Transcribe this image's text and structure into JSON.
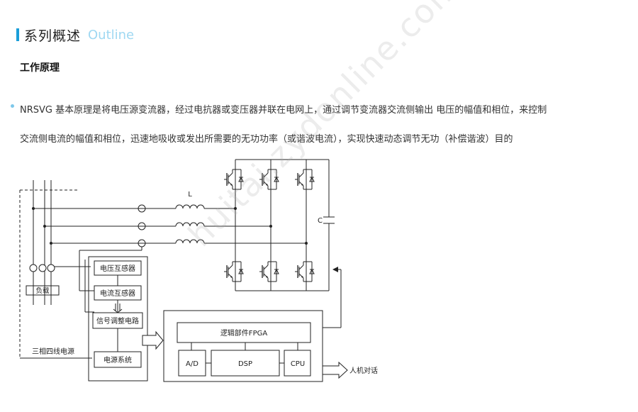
{
  "header": {
    "title_cn": "系列概述",
    "title_en": "Outline"
  },
  "section": {
    "heading": "工作原理",
    "paragraph_line1": "NRSVG 基本原理是将电压源变流器，经过电抗器或变压器并联在电网上，通过调节变流器交流侧输出 电压的幅值和相位，来控制",
    "paragraph_line2": "交流侧电流的幅值和相位，迅速地吸收或发出所需要的无功功率（或谐波电流），实现快速动态调节无功（补偿谐波）目的"
  },
  "diagram": {
    "labels": {
      "inductor": "L",
      "capacitor": "C",
      "voltage_transformer": "电压互感器",
      "current_transformer": "电流互感器",
      "signal_conditioning": "信号调整电路",
      "power_system": "电源系统",
      "load": "负载",
      "grid": "三相四线电源",
      "fpga": "逻辑部件FPGA",
      "ad": "A/D",
      "dsp": "DSP",
      "cpu": "CPU",
      "hmi": "人机对话"
    }
  },
  "watermark": "huitai.zydonline.com"
}
